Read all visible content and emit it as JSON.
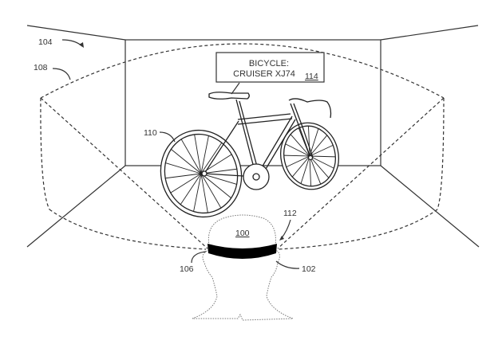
{
  "figure": {
    "label_box": {
      "line1": "BICYCLE:",
      "line2": "CRUISER XJ74",
      "ref": "114"
    },
    "refs": {
      "room": "104",
      "field_of_view": "108",
      "bicycle": "110",
      "head_ref": "100",
      "display": "112",
      "headset": "102",
      "sensor": "106"
    }
  }
}
